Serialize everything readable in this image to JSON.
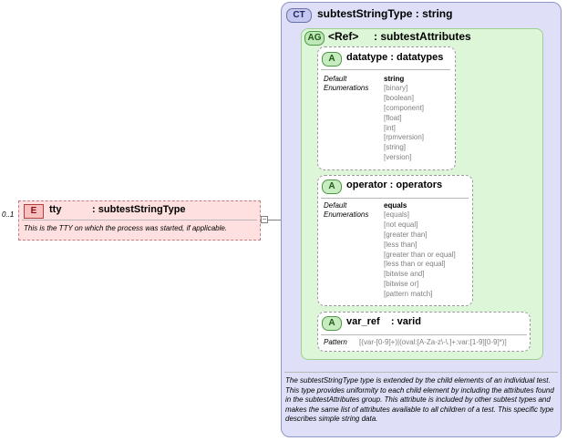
{
  "complex_type": {
    "badge": "CT",
    "title": "subtestStringType : string",
    "description": "The subtestStringType type is extended by the child elements of an individual test.  This type provides uniformity to each child element by including the attributes found in the subtestAttributes group.  This attribute is included by other subtest types and makes the same list of attributes available to all children of a test.  This specific type describes simple string data."
  },
  "attribute_group": {
    "badge": "AG",
    "title": "<Ref>     : subtestAttributes"
  },
  "attributes": [
    {
      "badge": "A",
      "title": "datatype : datatypes",
      "default_label": "Default",
      "enum_label": "Enumerations",
      "default_value": "string",
      "enumerations": [
        "[binary]",
        "[boolean]",
        "[component]",
        "[float]",
        "[int]",
        "[rpmversion]",
        "[string]",
        "[version]"
      ]
    },
    {
      "badge": "A",
      "title": "operator : operators",
      "default_label": "Default",
      "enum_label": "Enumerations",
      "default_value": "equals",
      "enumerations": [
        "[equals]",
        "[not equal]",
        "[greater than]",
        "[less than]",
        "[greater than or equal]",
        "[less than or equal]",
        "[bitwise and]",
        "[bitwise or]",
        "[pattern match]"
      ]
    },
    {
      "badge": "A",
      "title": "var_ref    : varid",
      "pattern_label": "Pattern",
      "pattern_value": "[(var-[0-9]+)|(oval:[A-Za-z\\-\\.]+:var:[1-9][0-9]*)]"
    }
  ],
  "element": {
    "badge": "E",
    "title": "tty           : subtestStringType",
    "cardinality": "0..1",
    "documentation": "This is the TTY on which the process was started, if applicable.",
    "toggle": "−"
  },
  "colors": {
    "complex_type_bg": "#dfe0f7",
    "attribute_group_bg": "#ddf6d8",
    "element_bg": "#ffe0e0"
  }
}
